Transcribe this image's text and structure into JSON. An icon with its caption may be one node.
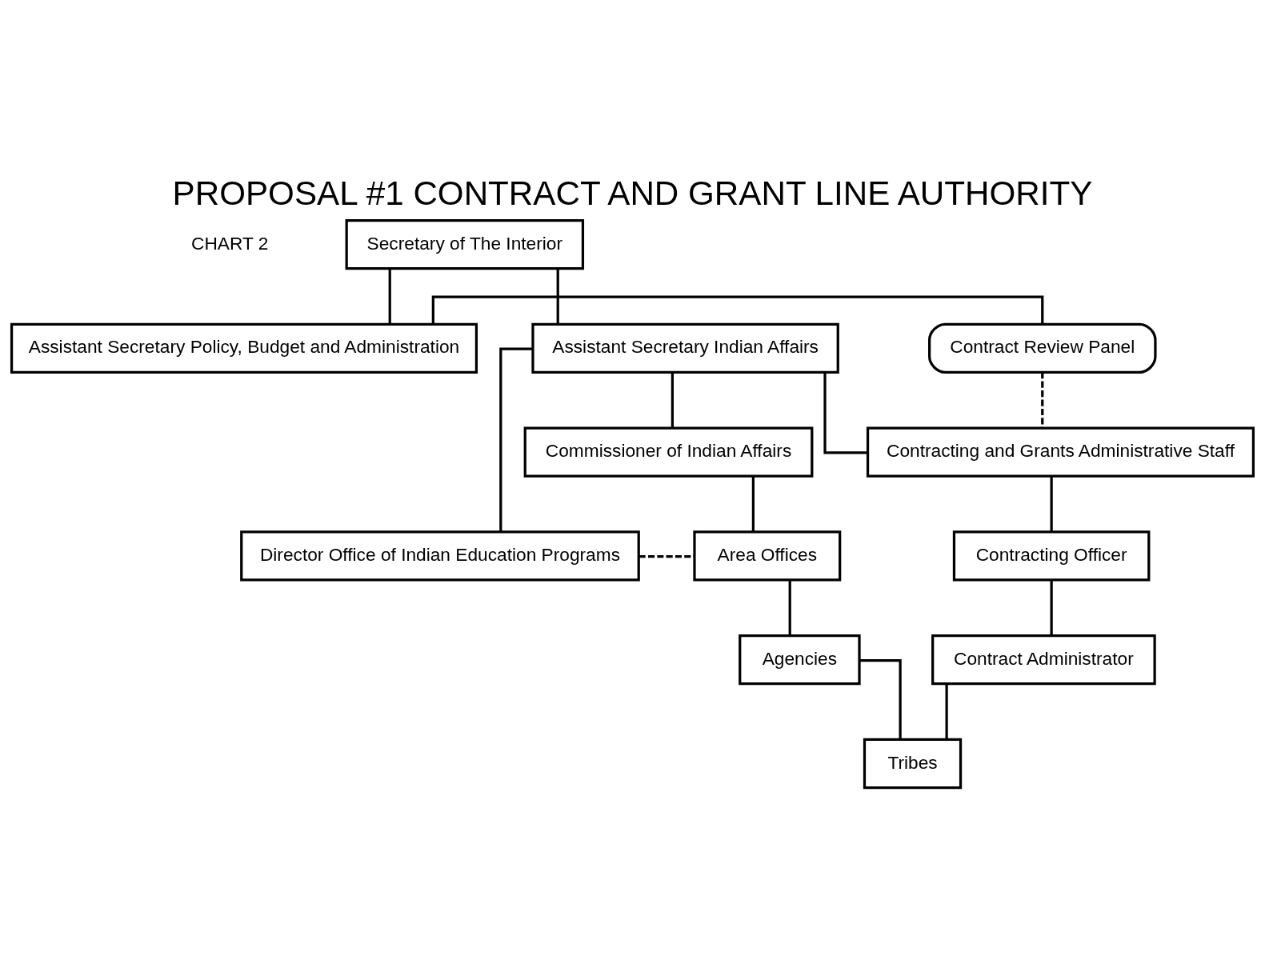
{
  "diagram": {
    "title": "PROPOSAL #1 CONTRACT AND GRANT LINE AUTHORITY",
    "nodes": [
      {
        "text": [
          "Secretary of The Interior"
        ]
      },
      {
        "text": [
          "Assistant Secretary Indian Affairs"
        ]
      },
      {
        "text": [
          "Assistant Secretary Policy, Budget and Administration"
        ]
      },
      {
        "text": [
          "Contract Review Panel"
        ]
      },
      {
        "text": [
          "Commissioner of Indian Affairs"
        ]
      },
      {
        "text": [
          "Contracting and Grants Administrative Staff"
        ]
      },
      {
        "text": [
          "Director Office of Indian Education Programs"
        ]
      },
      {
        "text": [
          "Area Offices"
        ]
      },
      {
        "text": [
          "Contracting Officer"
        ]
      },
      {
        "text": [
          "Agencies"
        ]
      },
      {
        "text": [
          "Contract Administrator"
        ]
      },
      {
        "text": [
          "Tribes"
        ]
      }
    ],
    "edges": [
      {
        "from": 0,
        "to": 1,
        "arrow": "none"
      },
      {
        "from": 0,
        "to": 2,
        "arrow": "none"
      },
      {
        "from": 1,
        "to": 6,
        "arrow": "none"
      },
      {
        "from": 2,
        "to": 3,
        "arrow": "none"
      },
      {
        "from": 1,
        "to": 4,
        "arrow": "none"
      },
      {
        "from": 1,
        "to": 5,
        "arrow": "none"
      },
      {
        "from": 3,
        "to": 5,
        "arrow": "none",
        "style": "dashed"
      },
      {
        "from": 4,
        "to": 7,
        "arrow": "none"
      },
      {
        "from": 6,
        "to": 7,
        "arrow": "none",
        "style": "dashed"
      },
      {
        "from": 5,
        "to": 8,
        "arrow": "none"
      },
      {
        "from": 7,
        "to": 9,
        "arrow": "none"
      },
      {
        "from": 8,
        "to": 10,
        "arrow": "none"
      },
      {
        "from": 9,
        "to": 11,
        "arrow": "none"
      },
      {
        "from": 10,
        "to": 11,
        "arrow": "none"
      }
    ],
    "labels": [
      "CHART 2"
    ]
  }
}
